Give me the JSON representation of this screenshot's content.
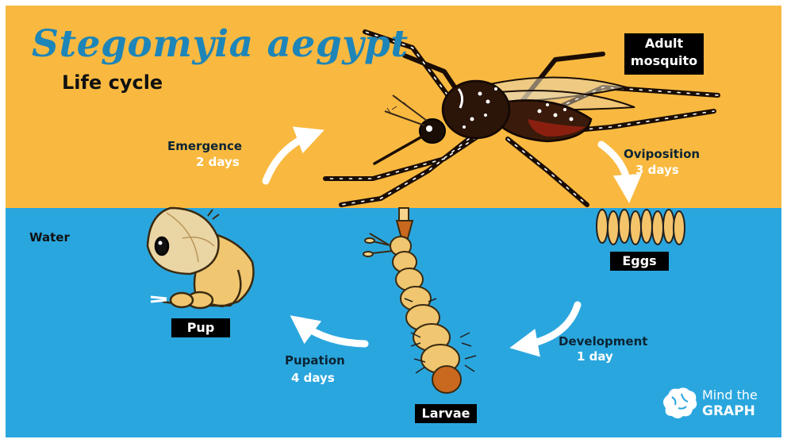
{
  "title": "Stegomyia aegypt",
  "subtitle": "Life cycle",
  "environment_label": "Water",
  "stages": {
    "adult": {
      "label_line1": "Adult",
      "label_line2": "mosquito"
    },
    "eggs": {
      "label": "Eggs"
    },
    "larvae": {
      "label": "Larvae"
    },
    "pup": {
      "label": "Pup"
    }
  },
  "transitions": {
    "emergence": {
      "name": "Emergence",
      "duration": "2 days"
    },
    "oviposition": {
      "name": "Oviposition",
      "duration": "3 days"
    },
    "development": {
      "name": "Development",
      "duration": "1 day"
    },
    "pupation": {
      "name": "Pupation",
      "duration": "4 days"
    }
  },
  "brand": {
    "line1": "Mind the",
    "line2": "GRAPH"
  },
  "colors": {
    "sky": "#f9b940",
    "water": "#2aa6de",
    "title": "#1e85b8",
    "arrow": "#ffffff",
    "label_box": "#000000"
  }
}
